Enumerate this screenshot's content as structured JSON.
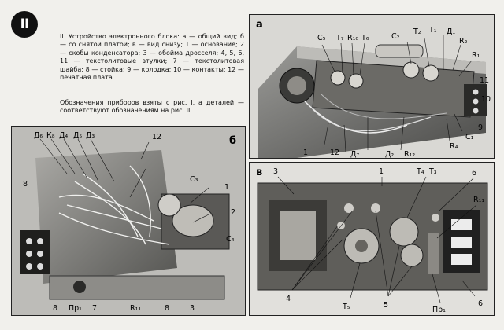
{
  "badge": "II",
  "caption": {
    "main": "II. Устройство электронного блока: а — общий вид; б — со снятой платой; в — вид снизу; 1 — основание; 2 — скобы конденсатора; 3 — обойма дросселя; 4, 5, 6, 11 — текстолитовые втулки; 7 — текстолитовая шайба; 8 — стойка; 9 — колодка; 10 — контакты; 12 — печатная плата.",
    "note": "Обозначения приборов взяты с рис. I, а деталей — соответствуют обозначениям на рис. III."
  },
  "panel_a": {
    "letter": "а",
    "labels": [
      "C₅",
      "T₇",
      "R₁₀",
      "T₆",
      "C₂",
      "T₂",
      "T₁",
      "Д₁",
      "R₂",
      "R₁",
      "11",
      "10",
      "9",
      "C₁",
      "R₄",
      "R₁₂",
      "Д₂",
      "Д₇",
      "12",
      "1"
    ]
  },
  "panel_b": {
    "letter": "б",
    "labels": [
      "Д₆",
      "К₈",
      "Д₄",
      "Д₅",
      "Д₃",
      "12",
      "8",
      "C₃",
      "1",
      "2",
      "C₄",
      "8",
      "Пр₁",
      "7",
      "R₁₁",
      "8",
      "3"
    ]
  },
  "panel_v": {
    "letter": "в",
    "labels": [
      "3",
      "1",
      "T₄",
      "T₃",
      "6",
      "R₁₁",
      "4",
      "T₅",
      "5",
      "Пр₁",
      "6"
    ]
  }
}
